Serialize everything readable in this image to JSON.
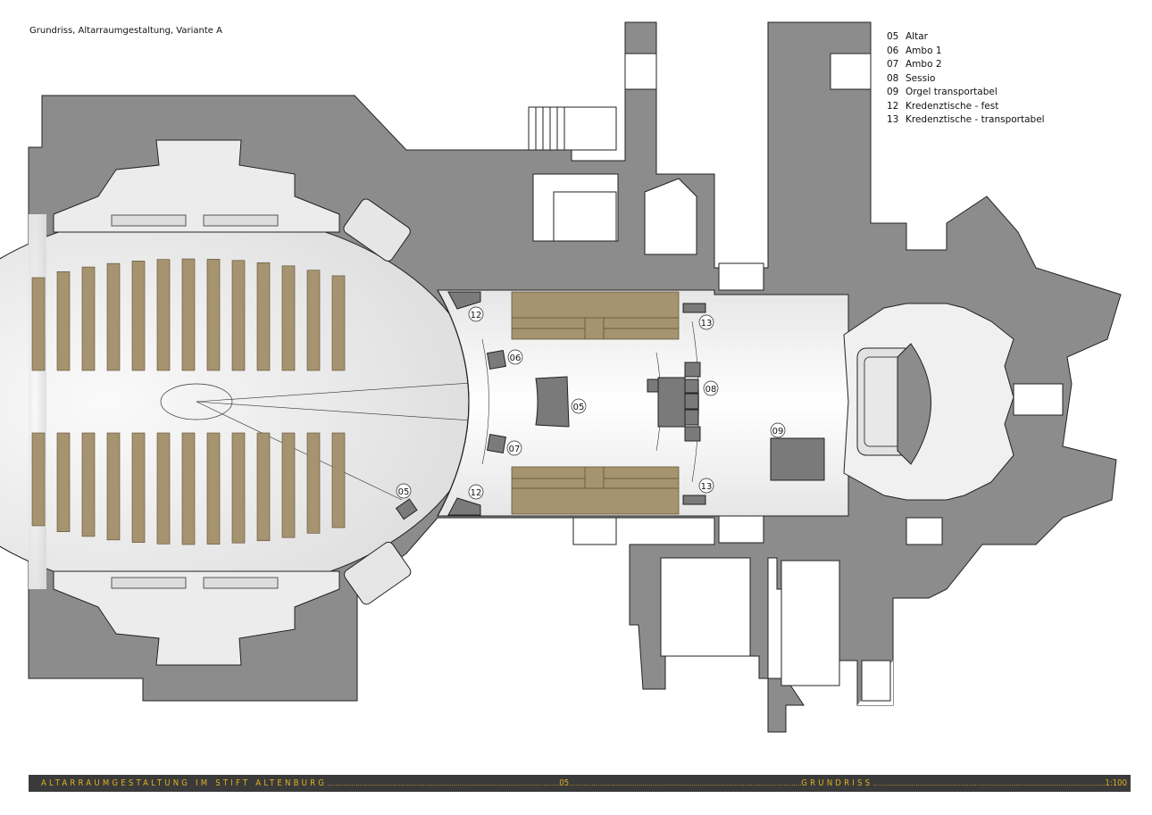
{
  "title": "Grundriss, Altarraumgestaltung, Variante A",
  "legend": [
    {
      "num": "05",
      "label": "Altar"
    },
    {
      "num": "06",
      "label": "Ambo 1"
    },
    {
      "num": "07",
      "label": "Ambo 2"
    },
    {
      "num": "08",
      "label": "Sessio"
    },
    {
      "num": "09",
      "label": "Orgel transportabel"
    },
    {
      "num": "12",
      "label": "Kredenztische - fest"
    },
    {
      "num": "13",
      "label": "Kredenztische - transportabel"
    }
  ],
  "plan_labels": {
    "altar": "05",
    "ambo1": "06",
    "ambo2": "07",
    "sessio": "08",
    "orgel": "09",
    "kredenz_fest_top": "12",
    "kredenz_fest_bottom": "12",
    "kredenz_trans_top": "13",
    "kredenz_trans_bottom": "13",
    "side_altar": "05"
  },
  "footer": {
    "project": "ALTARRAUMGESTALTUNG IM STIFT ALTENBURG",
    "sheet": "05",
    "section": "GRUNDRISS",
    "scale": "1:100"
  },
  "colors": {
    "wall": "#8c8c8c",
    "pew": "#a6936f",
    "furniture": "#7a7a7a",
    "footer_bg": "#3a3a3a",
    "footer_text": "#e0b020"
  }
}
